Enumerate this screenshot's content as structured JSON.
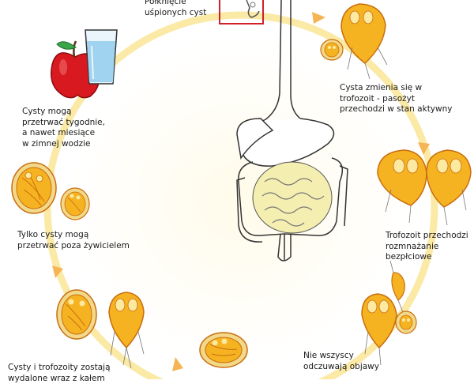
{
  "labels": {
    "swallowed": [
      "Połknięcie",
      "uśpionych cyst"
    ],
    "cyst_to_trophozoite": [
      "Cysta zmienia się w",
      "trofozoit - pasożyt",
      "przechodzi w stan aktywny"
    ],
    "cysts_survive_weeks": [
      "Cysty mogą",
      "przetrwać tygodnie,",
      "a nawet miesiące",
      "w zimnej wodzie"
    ],
    "only_cysts_survive": [
      "Tylko cysty mogą",
      "przetrwać poza żywicielem"
    ],
    "trophozoite_reproduce": [
      "Trofozoit przechodzi",
      "rozmnażanie",
      "bezpłciowe"
    ],
    "not_all_symptoms": [
      "Nie wszyscy",
      "odczuwają objawy"
    ],
    "excreted": [
      "Cysty i trofozoity zostają",
      "wydalone wraz z kałem"
    ]
  },
  "colors": {
    "cycle_ring": "#fbe9a6",
    "arrow": "#f5b555",
    "organism_fill": "#f6b321",
    "organism_light": "#fde9a0",
    "organism_stroke": "#c96d0f",
    "cyst_wall": "#f2d98a",
    "apple": "#d81920",
    "glass": "#9fd3ef",
    "highlight_box": "#d0202a",
    "gut_outline": "#333333",
    "intestine_fill": "#f4efb0"
  },
  "icons": [
    "apple-icon",
    "water-glass-icon",
    "trophozoite-icon",
    "cyst-icon",
    "digestive-system-icon"
  ]
}
